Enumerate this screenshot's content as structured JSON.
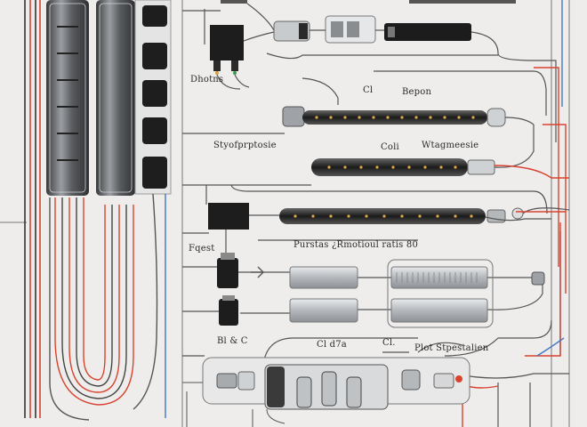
{
  "labels": {
    "l1": "Dhotns",
    "l2": "Cl",
    "l3": "Bepon",
    "l4": "Styofprptosie",
    "l5": "Coli",
    "l6": "Wtagmeesie",
    "l7": "Fqest",
    "l8": "Purstas ¿Rmotioul ratis 80",
    "l9": "Bl & C",
    "l10": "Cl d7a",
    "l11": "Cl.",
    "l12": "Plot Stpestalien"
  },
  "colors": {
    "background": "#eeedec",
    "wire_dark": "#4b4b4b",
    "wire_red": "#d8432f",
    "wire_blue": "#3f78c4",
    "module_dark": "#1f1f1f",
    "tube_glass": "#c9cdd1",
    "component_gray": "#b9bcbf"
  }
}
